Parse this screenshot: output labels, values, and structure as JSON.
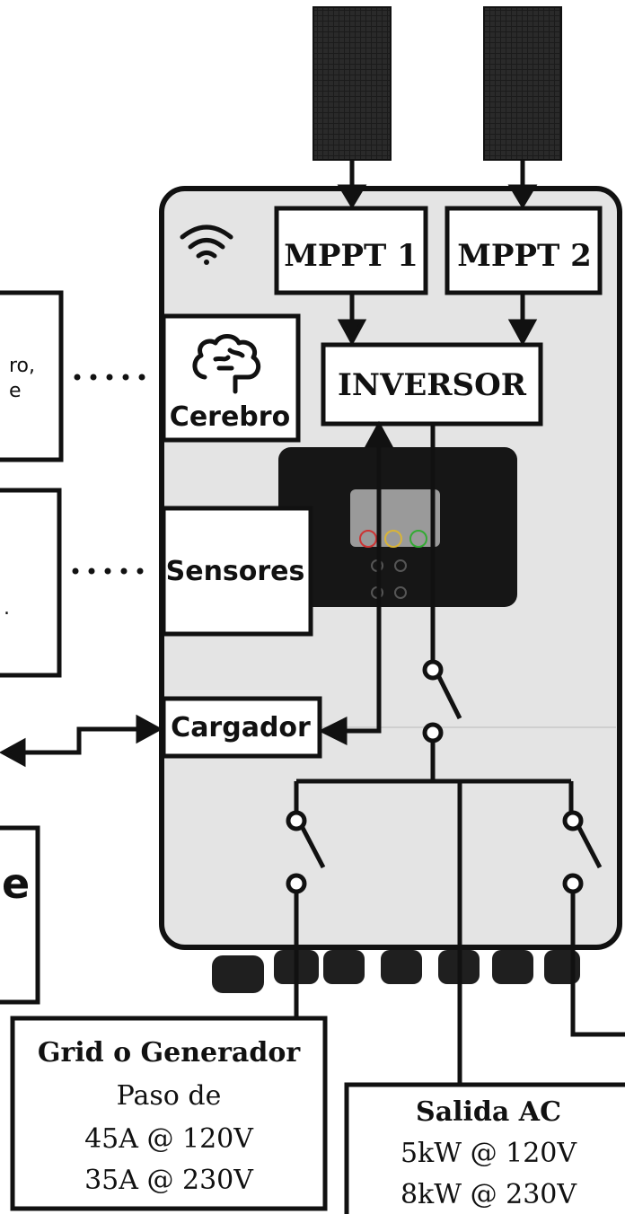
{
  "mppt1": "MPPT 1",
  "mppt2": "MPPT 2",
  "inverter": "INVERSOR",
  "brain": "Cerebro",
  "sensors": "Sensores",
  "charger": "Cargador",
  "left_partial": {
    "text_top_line1": "ro,",
    "text_top_line2": "e",
    "text_mid": ".",
    "large_letter": "e"
  },
  "grid_box": {
    "title": "Grid o Generador",
    "line1": "Paso de",
    "line2": "45A @ 120V",
    "line3": "35A @ 230V"
  },
  "ac_box": {
    "title": "Salida AC",
    "line1": "5kW @ 120V",
    "line2": "8kW @ 230V"
  },
  "colors": {
    "panel": "#1a1a1a",
    "inverter_body": "#e4e4e4",
    "display": "#161616",
    "outline": "#111111",
    "box_fill": "#ffffff"
  },
  "icons": [
    "solar-panel-icon",
    "wifi-icon",
    "brain-icon"
  ]
}
